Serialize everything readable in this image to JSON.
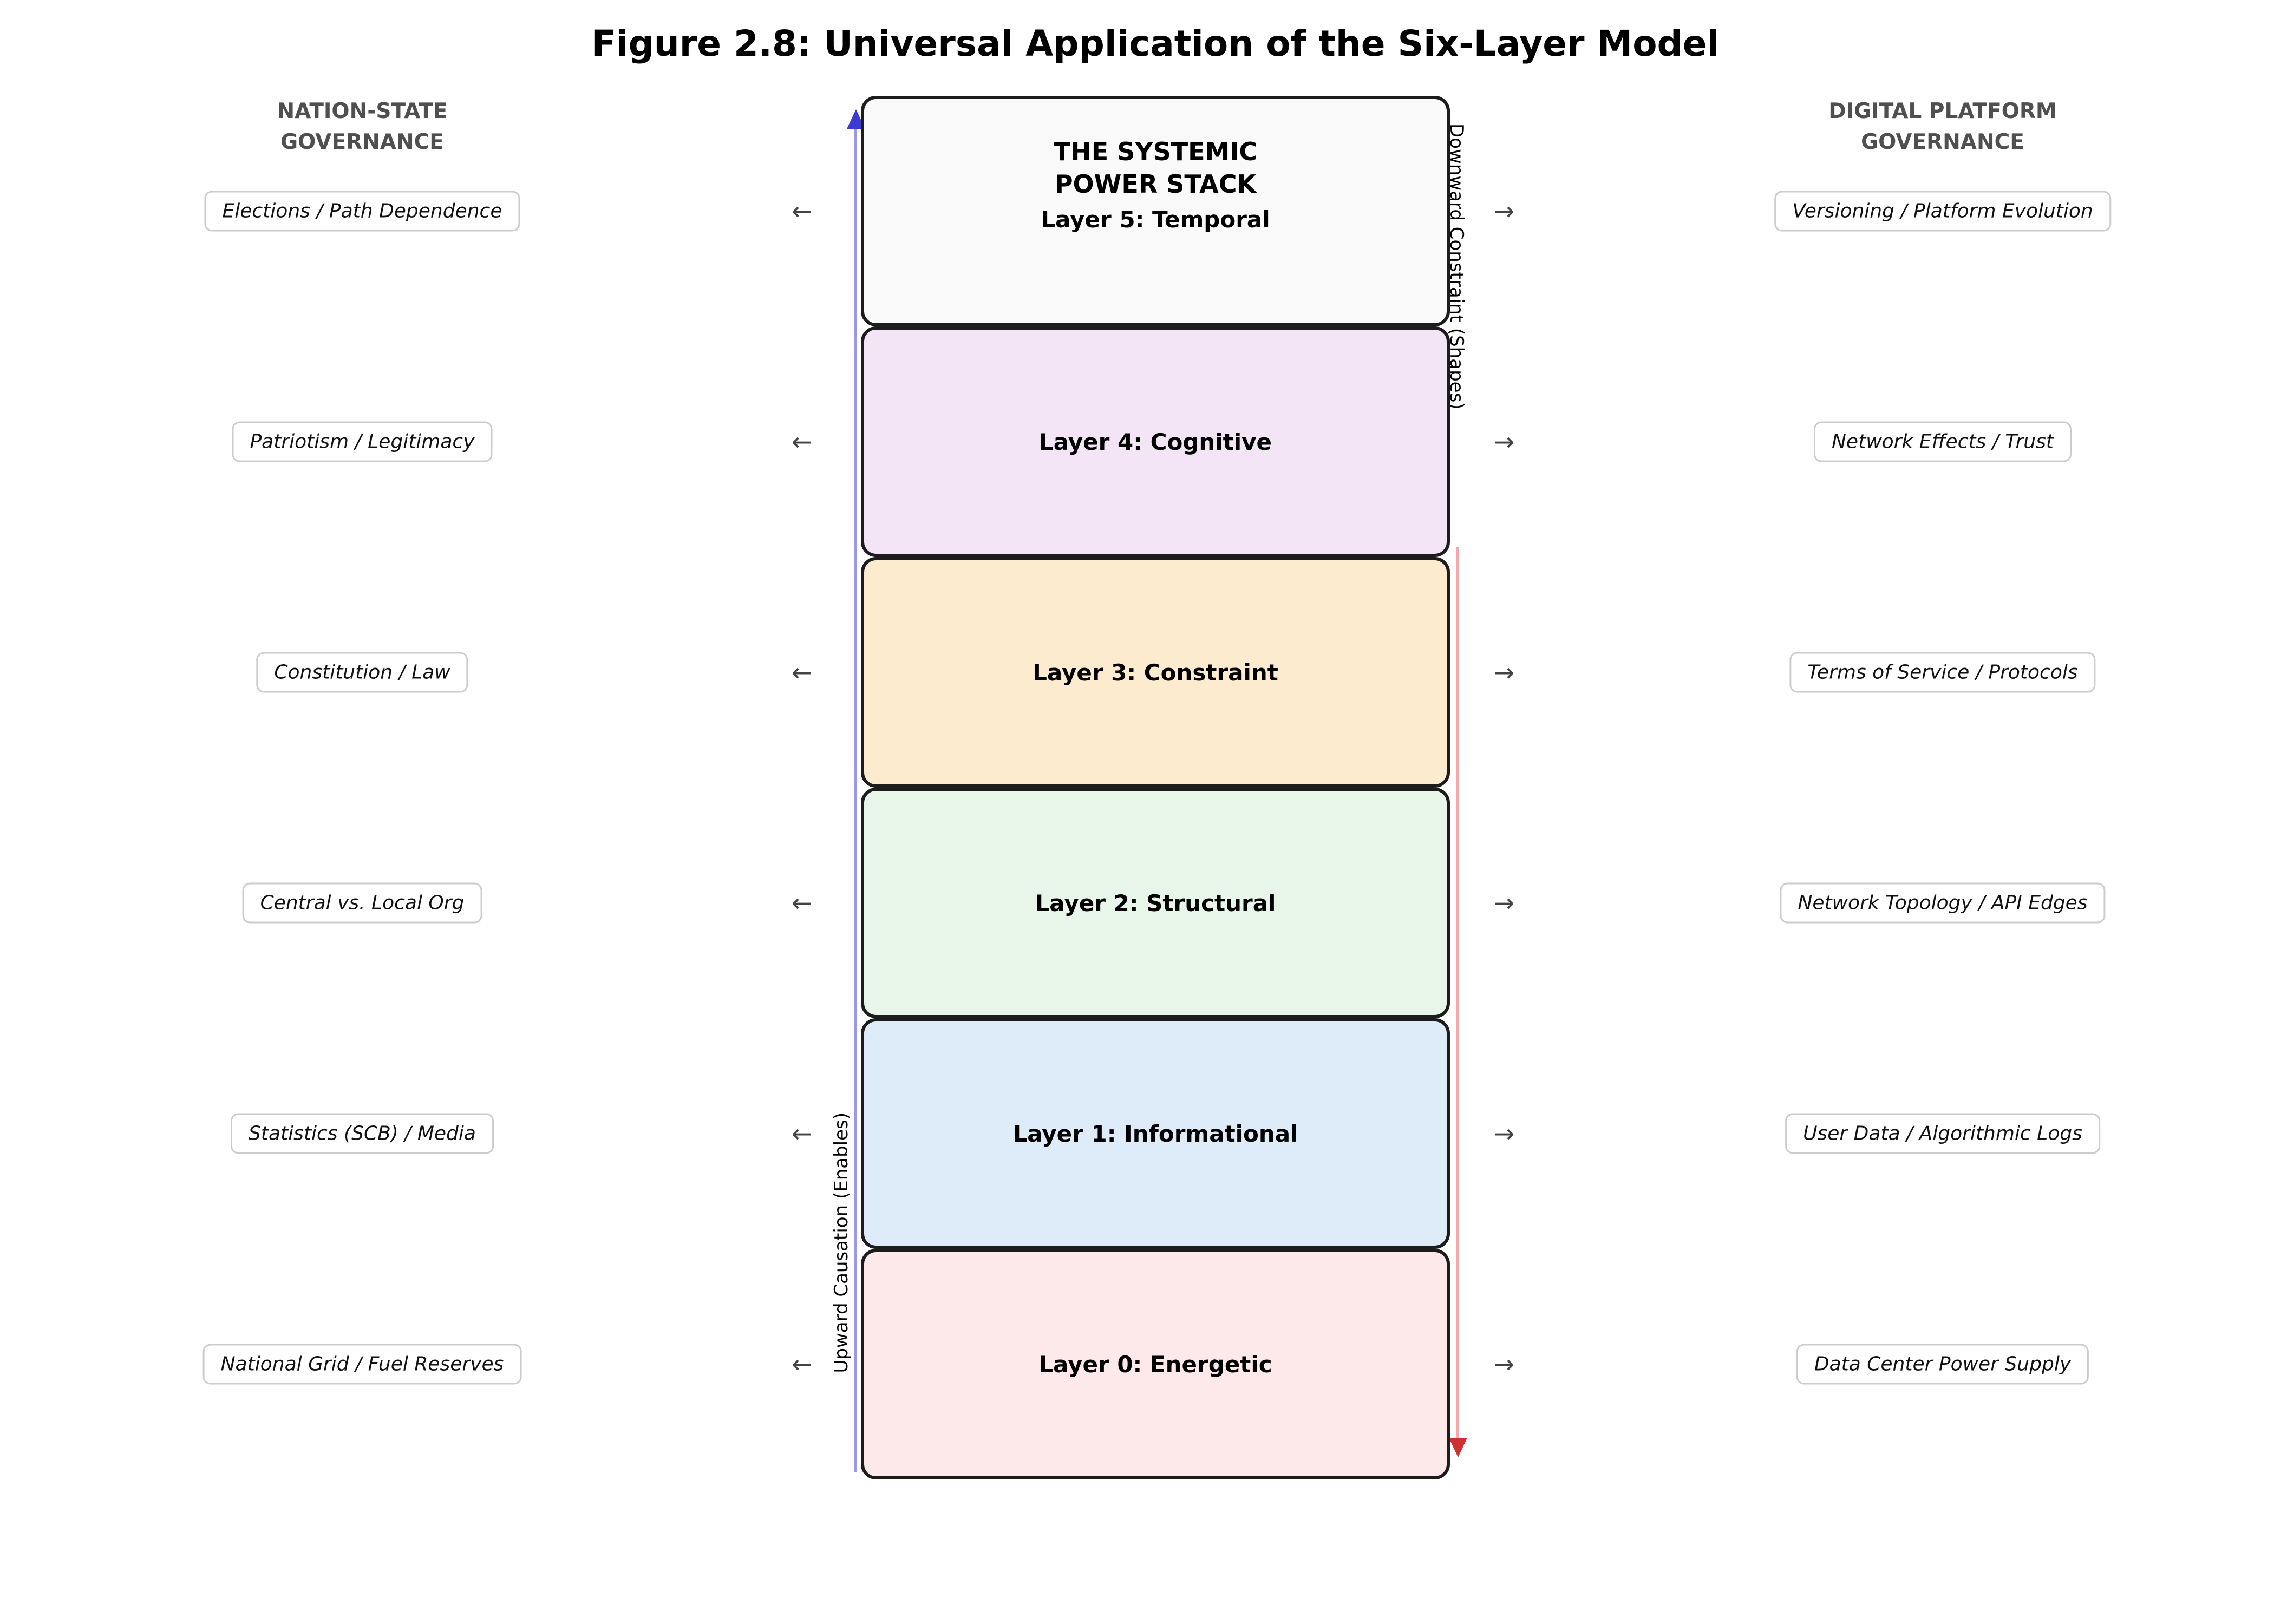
{
  "figure": {
    "title": "Figure 2.8: Universal Application of the Six-Layer Model"
  },
  "columns": {
    "left": {
      "header_line1": "NATION-STATE",
      "header_line2": "GOVERNANCE"
    },
    "right": {
      "header_line1": "DIGITAL PLATFORM",
      "header_line2": "GOVERNANCE"
    }
  },
  "stack": {
    "title_line1": "THE SYSTEMIC",
    "title_line2": "POWER STACK"
  },
  "rows": [
    {
      "left": "Elections / Path Dependence",
      "layer": "Layer 5: Temporal",
      "color": "#f9f9f9",
      "right": "Versioning / Platform Evolution"
    },
    {
      "left": "Patriotism / Legitimacy",
      "layer": "Layer 4: Cognitive",
      "color": "#f3e5f5",
      "right": "Network Effects / Trust"
    },
    {
      "left": "Constitution / Law",
      "layer": "Layer 3: Constraint",
      "color": "#fdebd0",
      "right": "Terms of Service / Protocols"
    },
    {
      "left": "Central vs. Local Org",
      "layer": "Layer 2: Structural",
      "color": "#e8f5e9",
      "right": "Network Topology / API Edges"
    },
    {
      "left": "Statistics (SCB) / Media",
      "layer": "Layer 1: Informational",
      "color": "#ddecf8",
      "right": "User Data / Algorithmic Logs"
    },
    {
      "left": "National Grid / Fuel Reserves",
      "layer": "Layer 0: Energetic",
      "color": "#fde9e9",
      "right": "Data Center Power Supply"
    }
  ],
  "annotations": {
    "downward": "Downward Constraint (Shapes)",
    "upward": "Upward Causation (Enables)"
  },
  "glyphs": {
    "left_arrow": "←",
    "right_arrow": "→"
  },
  "colors": {
    "upward_line": "#9a9ae4",
    "upward_arrow": "#3b3bd1",
    "downward_line": "#f2a9a9",
    "downward_arrow": "#d03030"
  }
}
